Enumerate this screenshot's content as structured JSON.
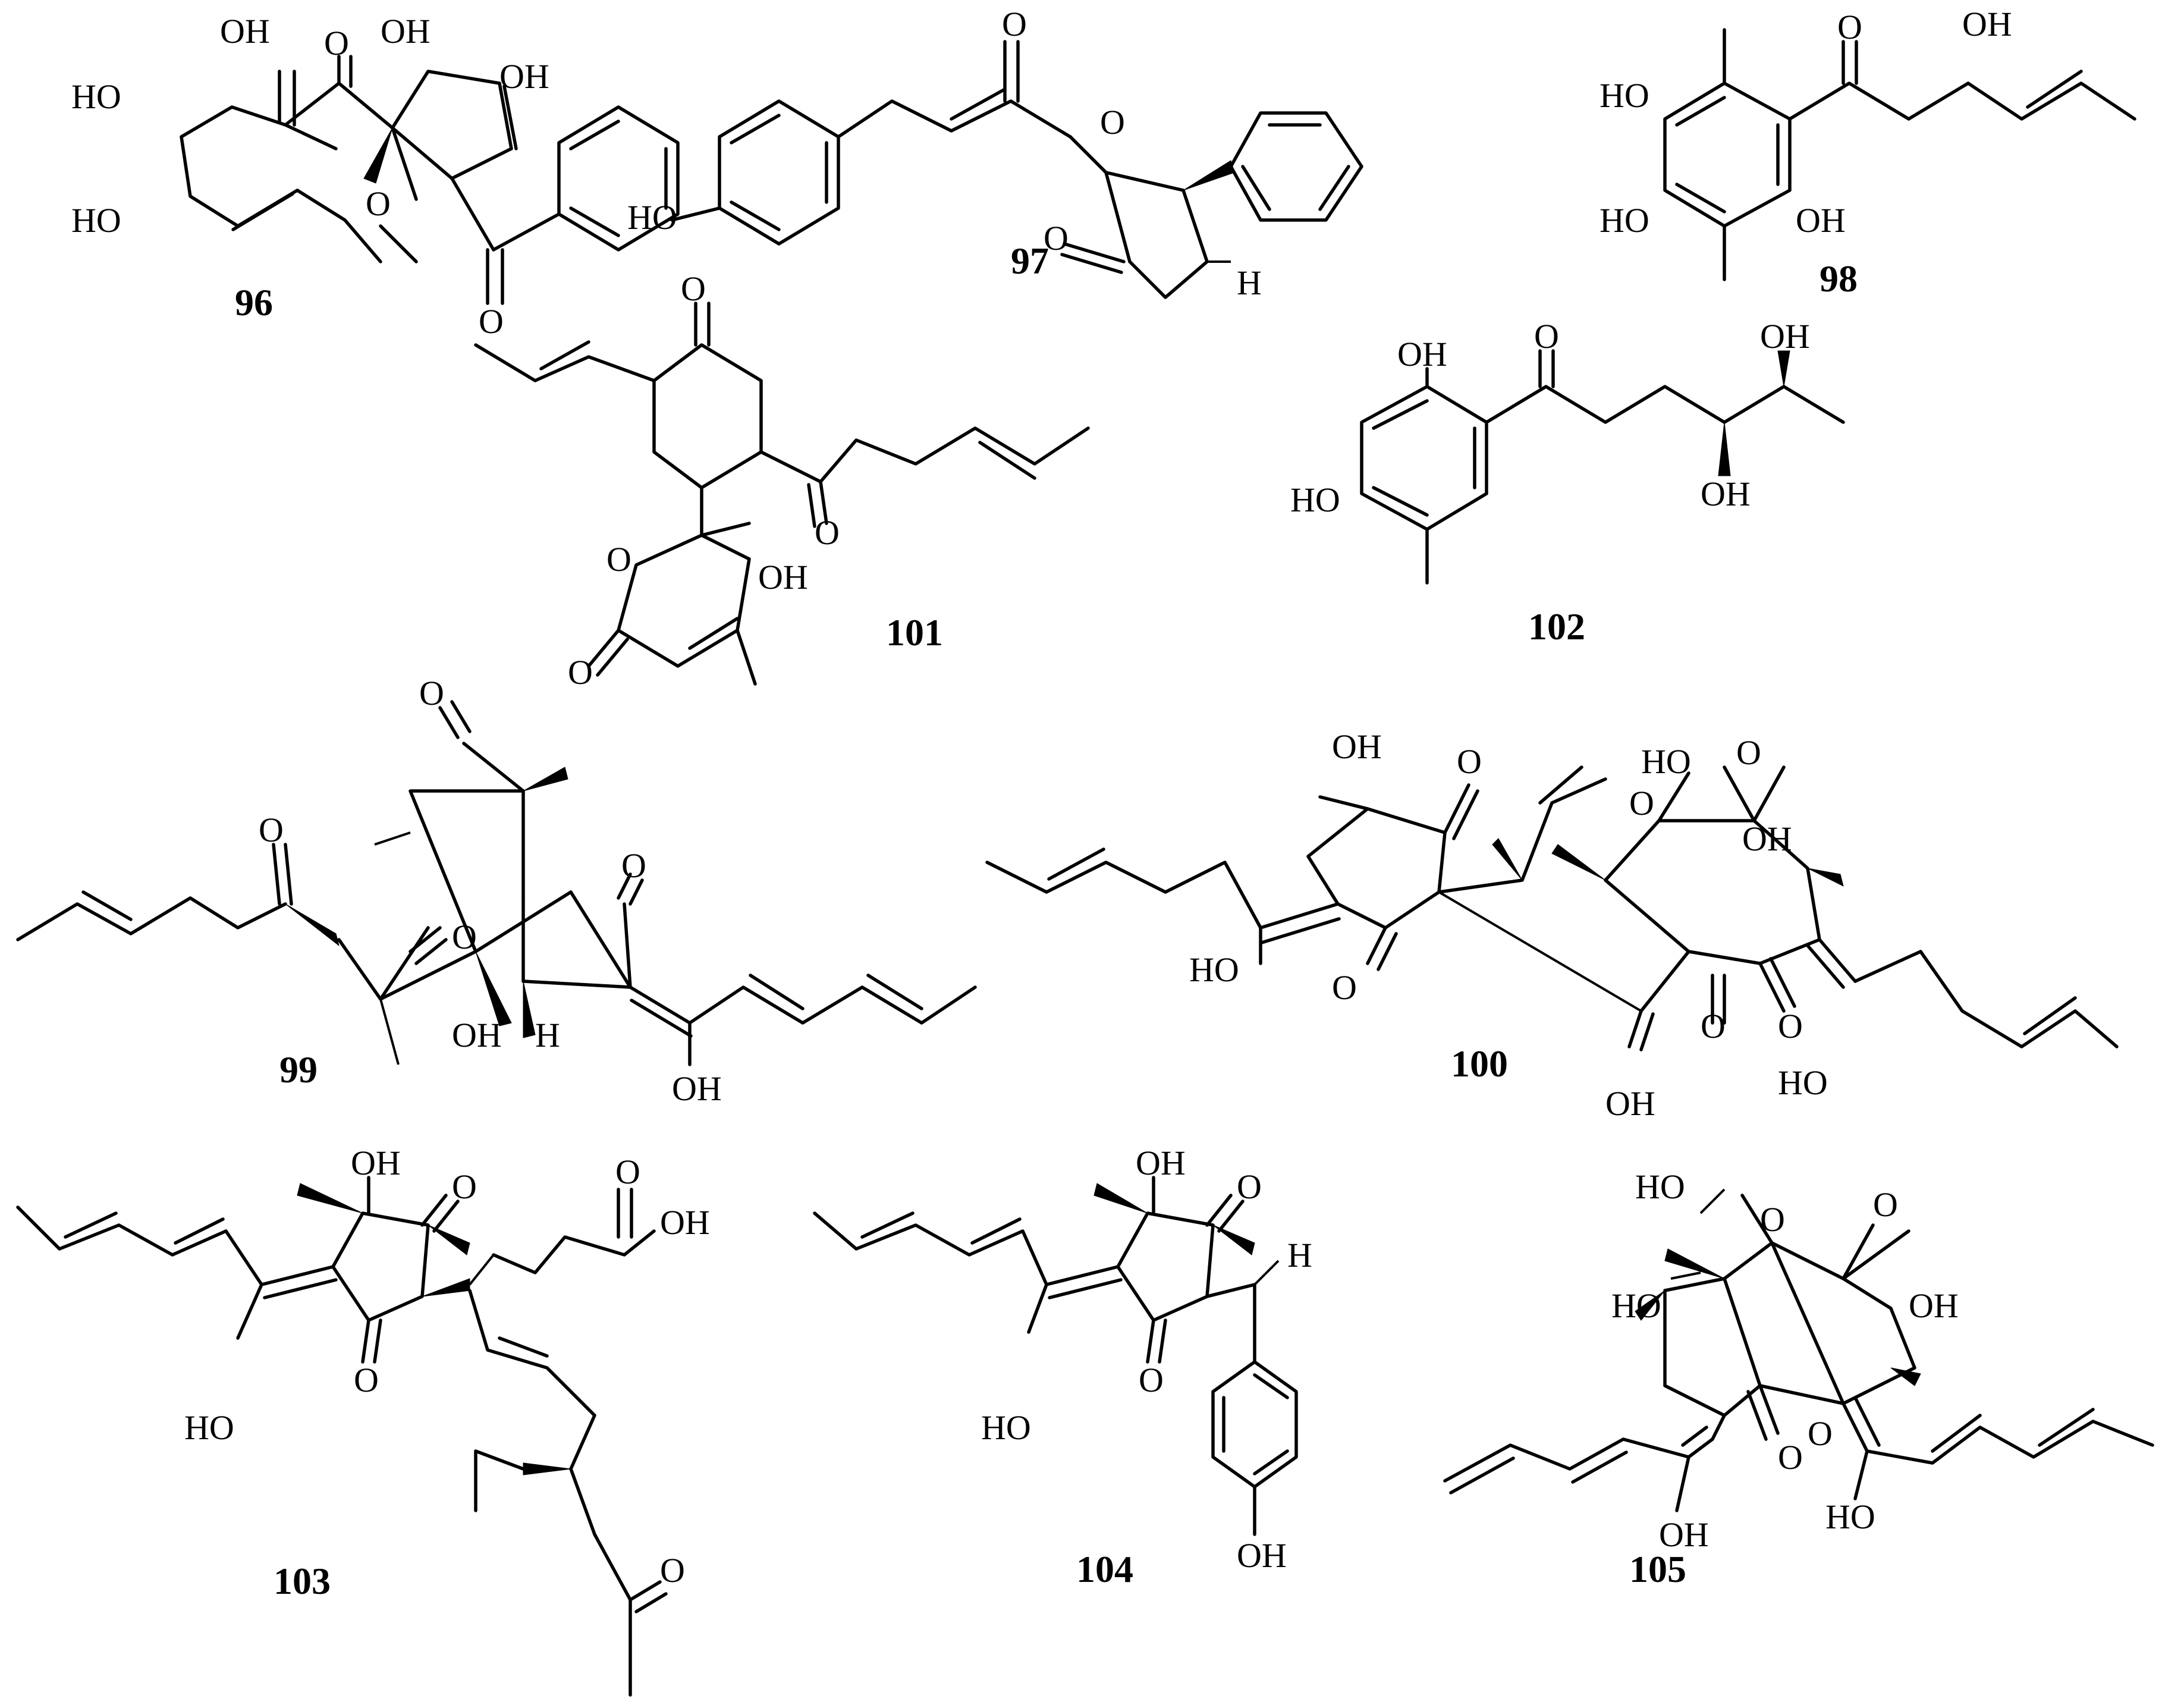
{
  "compounds": [
    {
      "id": "96",
      "label": "96"
    },
    {
      "id": "97",
      "label": "97"
    },
    {
      "id": "98",
      "label": "98"
    },
    {
      "id": "99",
      "label": "99"
    },
    {
      "id": "100",
      "label": "100"
    },
    {
      "id": "101",
      "label": "101"
    },
    {
      "id": "102",
      "label": "102"
    },
    {
      "id": "103",
      "label": "103"
    },
    {
      "id": "104",
      "label": "104"
    },
    {
      "id": "105",
      "label": "105"
    }
  ],
  "atoms": {
    "OH": "OH",
    "HO": "HO",
    "O": "O",
    "H": "H"
  }
}
